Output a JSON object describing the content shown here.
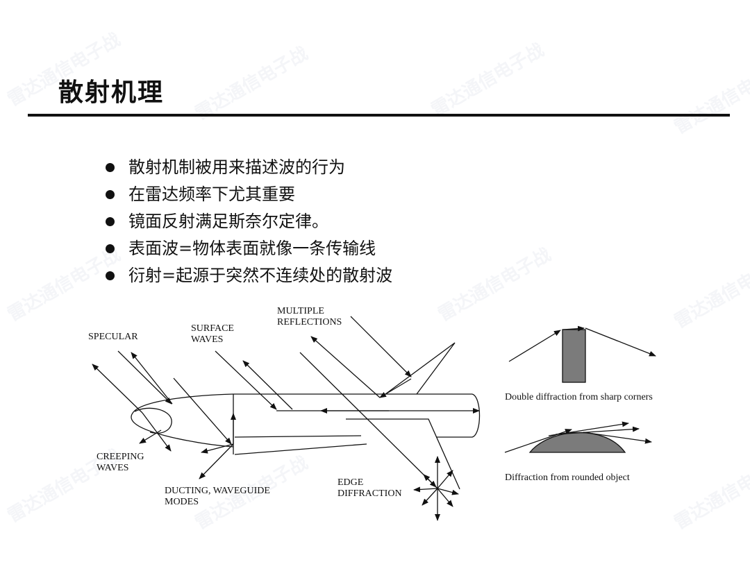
{
  "slide": {
    "title": "散射机理",
    "bullets": [
      "散射机制被用来描述波的行为",
      "在雷达频率下尤其重要",
      "镜面反射满足斯奈尔定律。",
      "表面波=物体表面就像一条传输线",
      "衍射=起源于突然不连续处的散射波"
    ]
  },
  "watermark": "雷达通信电子战",
  "diagram": {
    "labels": {
      "specular": "SPECULAR",
      "surface_waves_1": "SURFACE",
      "surface_waves_2": "WAVES",
      "multiple_reflections_1": "MULTIPLE",
      "multiple_reflections_2": "REFLECTIONS",
      "creeping_waves_1": "CREEPING",
      "creeping_waves_2": "WAVES",
      "ducting_1": "DUCTING,  WAVEGUIDE",
      "ducting_2": "MODES",
      "edge_diffraction_1": "EDGE",
      "edge_diffraction_2": "DIFFRACTION",
      "double_diffraction": "Double diffraction from sharp corners",
      "rounded_diffraction": "Diffraction from rounded object"
    }
  }
}
